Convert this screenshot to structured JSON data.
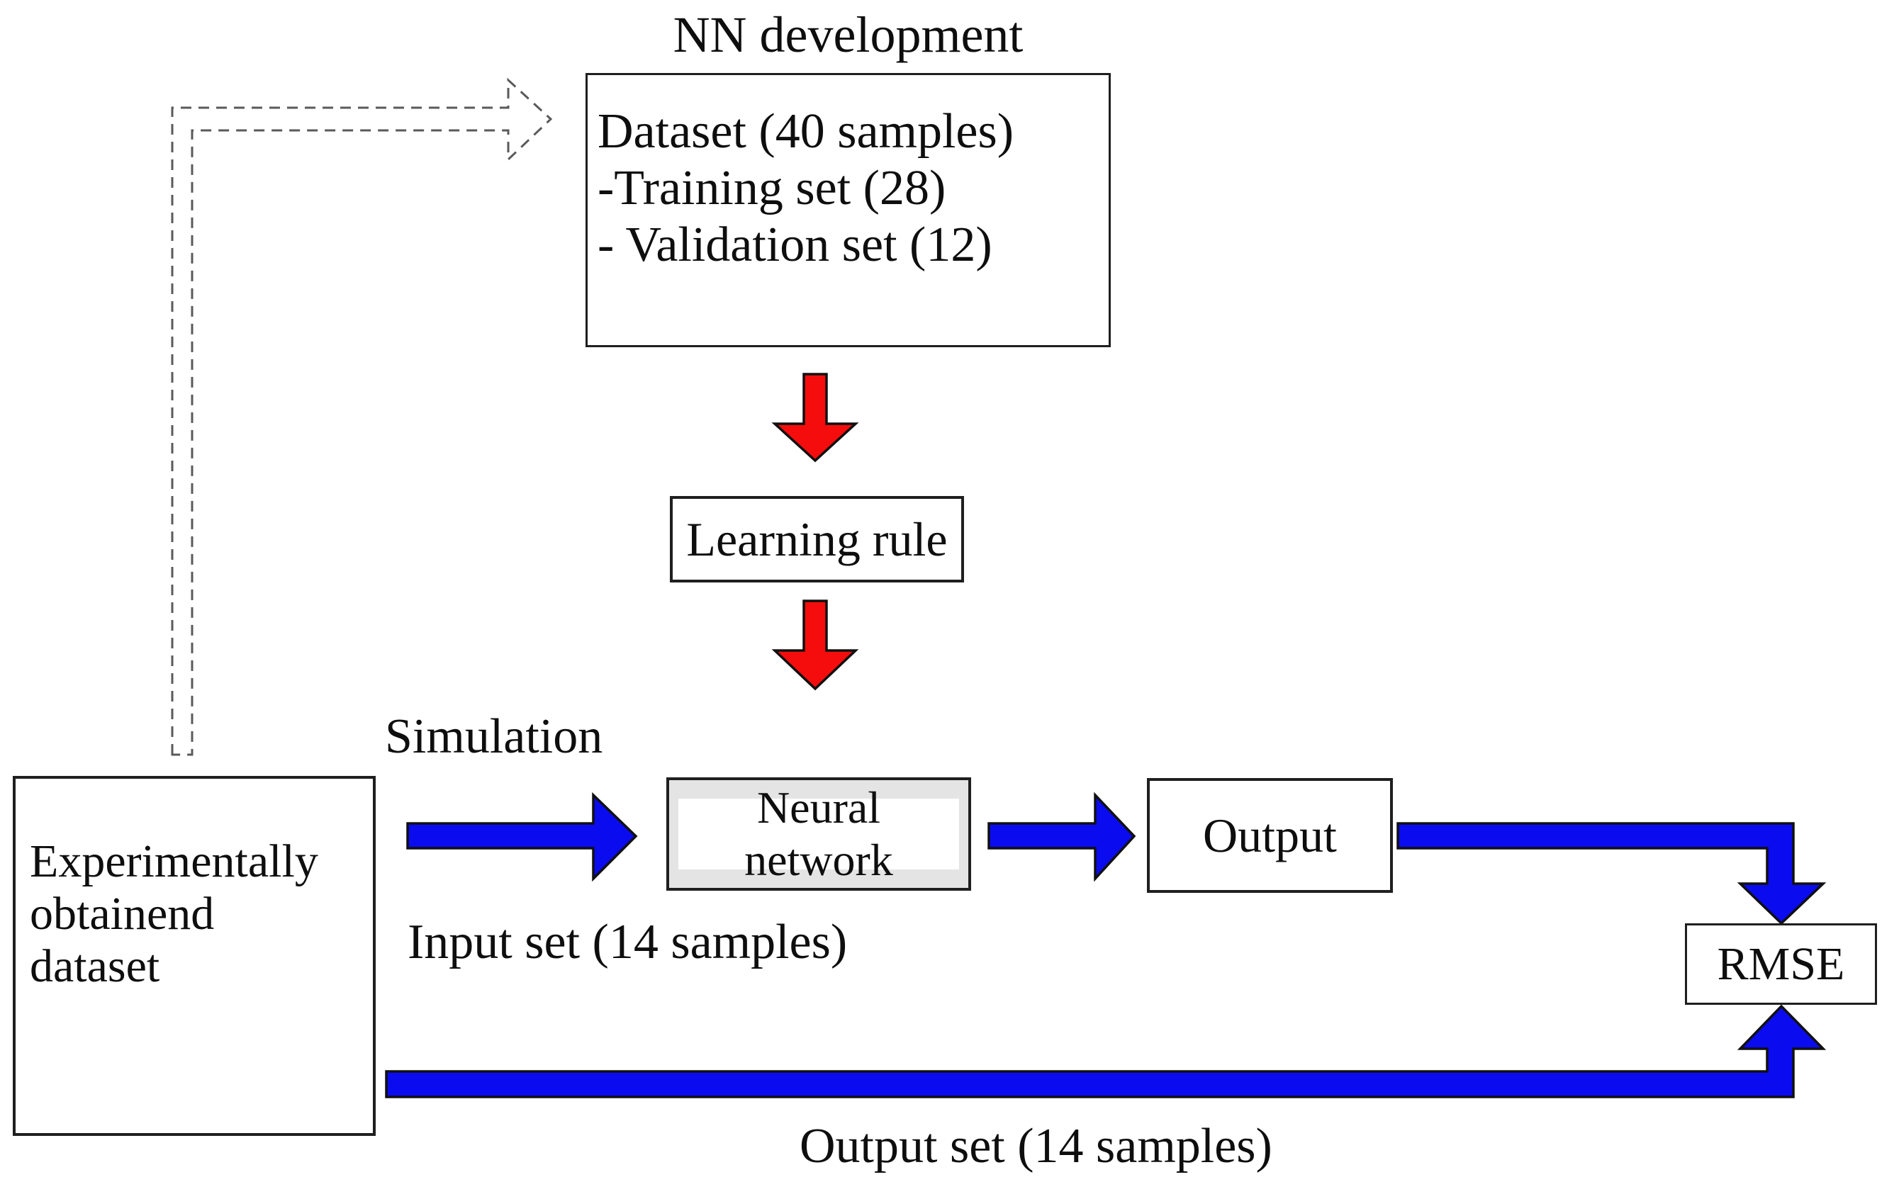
{
  "diagram": {
    "title": "NN development",
    "nodes": {
      "nn_dev_box": {
        "lines": [
          "Dataset (40 samples)",
          "-Training set (28)",
          "- Validation set (12)"
        ]
      },
      "learning_rule_box": {
        "label": "Learning rule"
      },
      "neural_network_box": {
        "label": "Neural network"
      },
      "experimental_box": {
        "lines": [
          "Experimentally",
          "obtainend",
          "dataset"
        ]
      },
      "output_box": {
        "label": "Output"
      },
      "rmse_box": {
        "label": "RMSE"
      }
    },
    "labels": {
      "simulation": "Simulation",
      "input_set": "Input set (14 samples)",
      "output_set": "Output set (14 samples)"
    },
    "colors": {
      "flow_arrow_blue": "#0b0bf0",
      "process_arrow_red": "#f50d0d",
      "dashed_arrow_gray": "#5a5a5a",
      "arrow_outline": "#101010"
    }
  }
}
